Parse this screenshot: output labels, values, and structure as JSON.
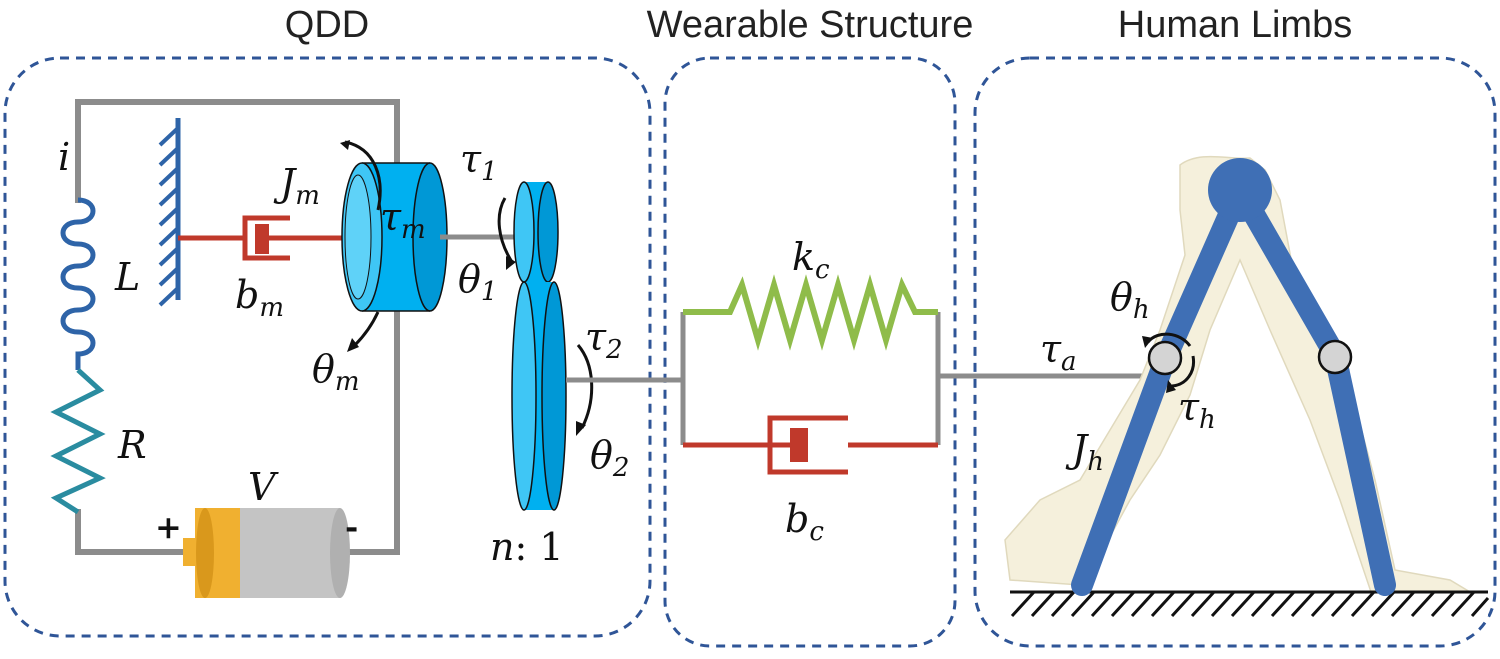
{
  "sections": {
    "qdd": "QDD",
    "wearable": "Wearable Structure",
    "human": "Human Limbs"
  },
  "labels": {
    "current": "i",
    "inductance": "L",
    "resistance": "R",
    "voltage": "V",
    "plus": "+",
    "minus": "-",
    "motor_inertia": {
      "base": "J",
      "sub": "m"
    },
    "motor_damping": {
      "base": "b",
      "sub": "m"
    },
    "motor_torque": {
      "base": "τ",
      "sub": "m"
    },
    "motor_angle": {
      "base": "θ",
      "sub": "m"
    },
    "tau1": {
      "base": "τ",
      "sub": "1"
    },
    "theta1": {
      "base": "θ",
      "sub": "1"
    },
    "tau2": {
      "base": "τ",
      "sub": "2"
    },
    "theta2": {
      "base": "θ",
      "sub": "2"
    },
    "gear_ratio": {
      "n": "n",
      "rest": ": 1"
    },
    "spring": {
      "base": "k",
      "sub": "c"
    },
    "damper": {
      "base": "b",
      "sub": "c"
    },
    "tau_a": {
      "base": "τ",
      "sub": "a"
    },
    "theta_h": {
      "base": "θ",
      "sub": "h"
    },
    "tau_h": {
      "base": "τ",
      "sub": "h"
    },
    "j_h": {
      "base": "J",
      "sub": "h"
    }
  },
  "colors": {
    "box_border": "#2f5597",
    "wire": "#8c8c8c",
    "motor": "#00b0f0",
    "damper": "#c0392b",
    "spring_green": "#8fbc4a",
    "inductor_blue": "#2e64a8",
    "resistor_teal": "#2a8ca0",
    "battery_orange": "#f0b030",
    "battery_gray": "#c4c4c4",
    "leg_skin": "#f5f0dc",
    "leg_bone": "#3f6fb5",
    "knee": "#d4d4d4"
  },
  "icons": {
    "motor": "cylinder-motor-icon",
    "battery": "battery-icon",
    "ground": "hatched-ground-icon",
    "legs": "human-legs-icon"
  }
}
